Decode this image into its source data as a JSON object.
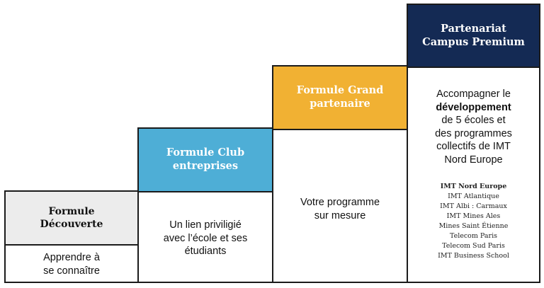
{
  "columns": [
    {
      "title": "Formule\nDécouverte",
      "body": "Apprendre à\nse connaître",
      "color": "#ececec"
    },
    {
      "title": "Formule Club\nentreprises",
      "body": "Un lien priviligié\navec l’école et ses\nétudiants",
      "color": "#4eaed6"
    },
    {
      "title": "Formule Grand\npartenaire",
      "body": "Votre programme\nsur mesure",
      "color": "#f1b133"
    },
    {
      "title": "Partenariat\nCampus Premium",
      "description": [
        "Accompagner le",
        "développement",
        "de 5 écoles et",
        "des programmes",
        "collectifs de IMT",
        "Nord Europe"
      ],
      "schools": [
        "IMT Nord Europe",
        "IMT Atlantique",
        "IMT Albi : Carmaux",
        "IMT Mines Ales",
        "Mines Saint Étienne",
        "Telecom Paris",
        "Telecom Sud Paris",
        "IMT Business School"
      ],
      "color": "#142a54"
    }
  ]
}
